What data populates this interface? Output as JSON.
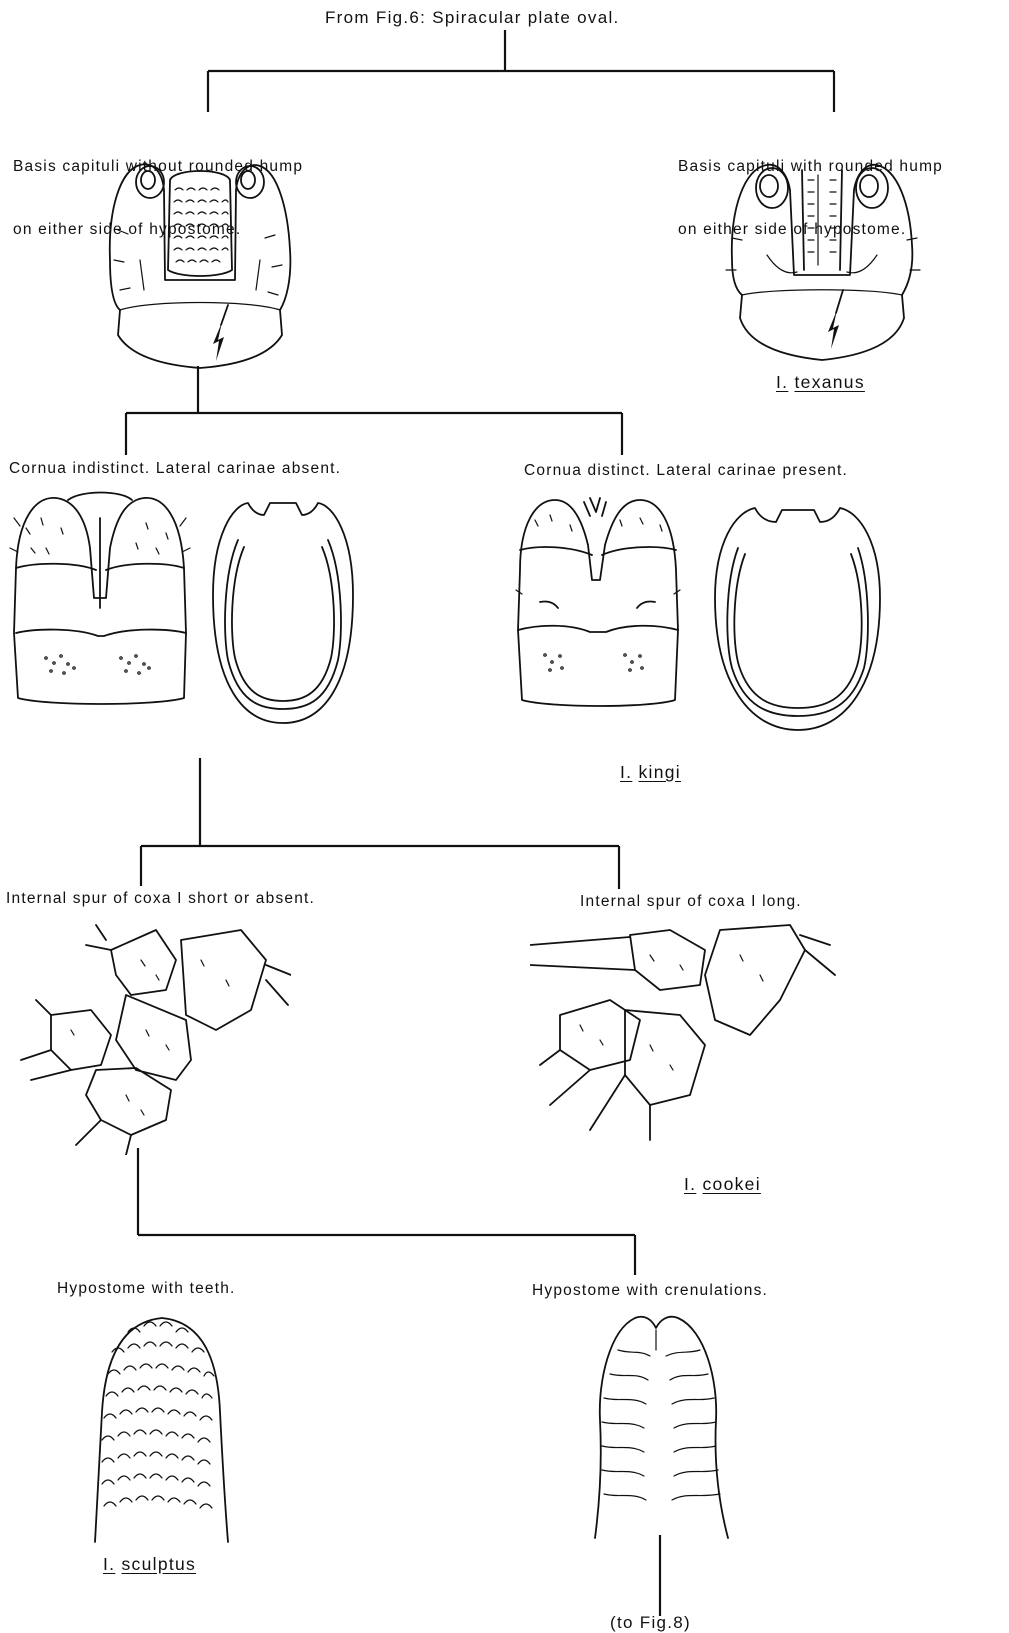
{
  "title": "From Fig.6: Spiracular plate oval.",
  "couplets": [
    {
      "left": {
        "text_line1": "Basis capituli without rounded hump",
        "text_line2": "on either side of hypostome."
      },
      "right": {
        "text_line1": "Basis capituli with rounded hump",
        "text_line2": "on either side of hypostome.",
        "genus": "I.",
        "species": "texanus"
      }
    },
    {
      "left": {
        "text": "Cornua indistinct. Lateral carinae absent."
      },
      "right": {
        "text": "Cornua distinct. Lateral carinae present.",
        "genus": "I.",
        "species": "kingi"
      }
    },
    {
      "left": {
        "text": "Internal spur of coxa I short or absent."
      },
      "right": {
        "text": "Internal spur of coxa I long.",
        "genus": "I.",
        "species": "cookei"
      }
    },
    {
      "left": {
        "text": "Hypostome with teeth.",
        "genus": "I.",
        "species": "sculptus"
      },
      "right": {
        "text": "Hypostome with crenulations."
      }
    }
  ],
  "continuation": "(to Fig.8)",
  "figures": [
    {
      "name": "capitulum-no-hump-illustration",
      "depicts": "capitulum ventral view with arrow"
    },
    {
      "name": "capitulum-texanus-illustration",
      "depicts": "capitulum with rounded hump and arrow"
    },
    {
      "name": "basis-capituli-indistinct-cornua-illustration",
      "depicts": "basis capituli dorsal"
    },
    {
      "name": "spiracular-plate-oval-1-illustration",
      "depicts": "oval spiracular plate"
    },
    {
      "name": "basis-capituli-kingi-illustration",
      "depicts": "basis capituli dorsal"
    },
    {
      "name": "spiracular-plate-kingi-illustration",
      "depicts": "oval spiracular plate"
    },
    {
      "name": "coxae-short-spur-illustration",
      "depicts": "coxae"
    },
    {
      "name": "coxae-cookei-illustration",
      "depicts": "coxae with long spur"
    },
    {
      "name": "hypostome-teeth-illustration",
      "depicts": "hypostome with teeth"
    },
    {
      "name": "hypostome-crenulations-illustration",
      "depicts": "hypostome with crenulations"
    }
  ]
}
